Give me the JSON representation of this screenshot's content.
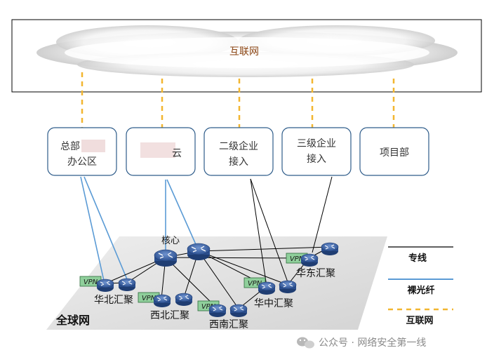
{
  "internet_label": "互联网",
  "sites": [
    {
      "id": "hq",
      "lines": [
        "总部",
        "办公区"
      ]
    },
    {
      "id": "cloud",
      "lines": [
        "",
        "云"
      ]
    },
    {
      "id": "lvl2",
      "lines": [
        "二级企业",
        "接入"
      ]
    },
    {
      "id": "lvl3",
      "lines": [
        "三级企业",
        "接入"
      ]
    },
    {
      "id": "project",
      "lines": [
        "项目部"
      ]
    }
  ],
  "network_label": "全球网",
  "core_label": "核心",
  "vpn_label": "VPN",
  "hubs": {
    "north": "华北汇聚",
    "east": "华东汇聚",
    "central": "华中汇聚",
    "northwest": "西北汇聚",
    "southwest": "西南汇聚"
  },
  "legend": {
    "leased": "专线",
    "fiber": "裸光纤",
    "internet": "互联网"
  },
  "watermark": "公众号 · 网络安全第一线",
  "colors": {
    "dashed_internet": "#f2b630",
    "fiber": "#5b9bd5",
    "leased": "#000000",
    "box_border": "#2e5c8a",
    "router": "#3a63a8",
    "vpn": "#8fcf9b",
    "cloud_text": "#8b4513"
  }
}
